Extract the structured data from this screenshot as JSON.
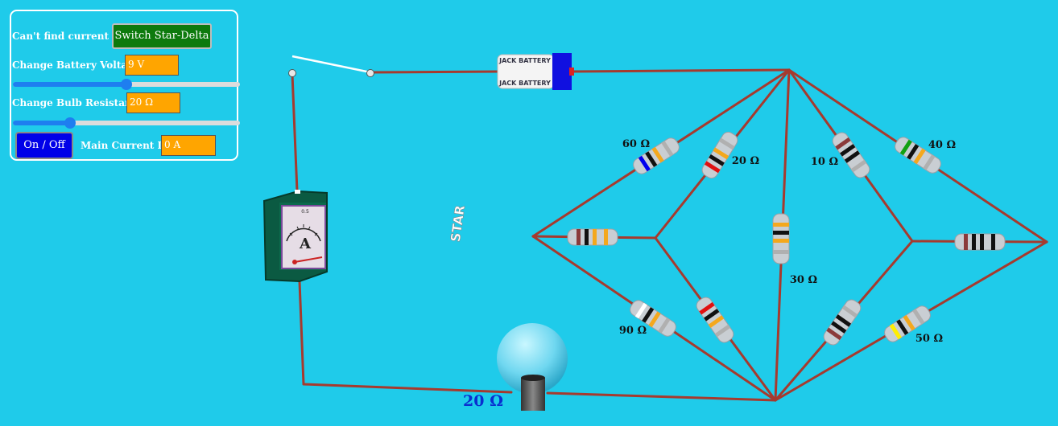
{
  "controls": {
    "prompt": "Can't find current I?",
    "switch_label": "Switch Star-Delta",
    "battery_label": "Change Battery Voltage:",
    "battery_value": "9 V",
    "battery_slider_fraction": 0.5,
    "bulb_label": "Change Bulb Resistance:",
    "bulb_value": "20 Ω",
    "bulb_slider_fraction": 0.25,
    "onoff_label": "On / Off",
    "current_label": "Main Current I =",
    "current_value": "0 A"
  },
  "circuit": {
    "battery_text_top": "JACK BATTERY",
    "battery_text_bottom": "JACK BATTERY",
    "meter_symbol": "A",
    "meter_scale_label": "0.5",
    "bulb_label": "20 Ω",
    "sign_text": "STAR",
    "resistors": {
      "r60": "60 Ω",
      "r20": "20 Ω",
      "r10": "10 Ω",
      "r40": "40 Ω",
      "r30": "30 Ω",
      "r90": "90 Ω",
      "r50": "50 Ω"
    }
  },
  "colors": {
    "background": "#1fcbea",
    "wire": "#a63a2e",
    "field": "#ffa500",
    "switch_button": "#0d7a0d",
    "onoff_button": "#0000e8",
    "slider": "#1e7ef0"
  }
}
